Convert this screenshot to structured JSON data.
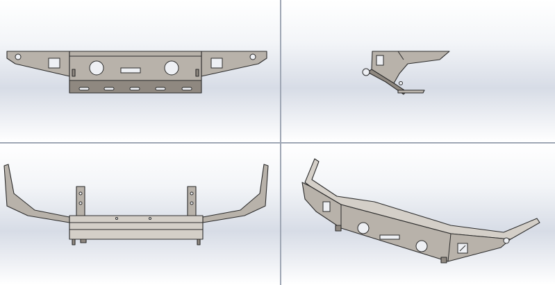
{
  "window": {
    "layout": "four-viewport"
  },
  "viewports": [
    {
      "label": "",
      "orientation": "front"
    },
    {
      "label": "",
      "orientation": "right"
    },
    {
      "label": "",
      "orientation": "top"
    },
    {
      "label": "",
      "orientation": "isometric"
    }
  ],
  "colors": {
    "steel": "#b8b2aa",
    "steel_dark": "#8f8880",
    "background_top": "#ffffff",
    "background_mid": "#d7dce6",
    "divider": "#9ea6b4"
  }
}
